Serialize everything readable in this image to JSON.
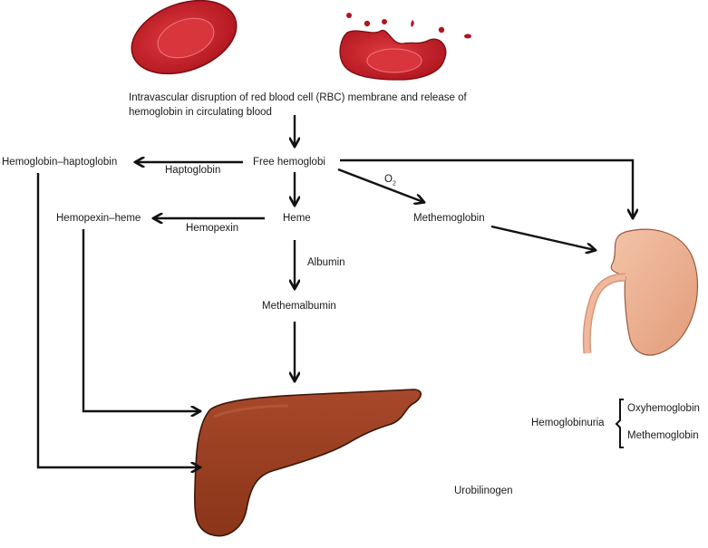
{
  "caption": {
    "line1": "Intravascular disruption of red blood cell (RBC) membrane and release of",
    "line2": "hemoglobin in circulating blood"
  },
  "nodes": {
    "free_hemoglobin": "Free hemoglobi",
    "hemoglobin_haptoglobin": "Hemoglobin–haptoglobin",
    "hemopexin_heme": "Hemopexin–heme",
    "heme": "Heme",
    "methemoglobin": "Methemoglobin",
    "methemalbumin": "Methemalbumin",
    "hemoglobinuria": "Hemoglobinuria",
    "urobilinogen": "Urobilinogen"
  },
  "edge_labels": {
    "haptoglobin": "Haptoglobin",
    "hemopexin": "Hemopexin",
    "albumin": "Albumin",
    "o2_base": "O",
    "o2_sub": "2"
  },
  "hemoglobinuria_components": [
    "Oxyhemoglobin",
    "Methemoglobin"
  ],
  "colors": {
    "rbc": "#c8202a",
    "rbc_dark": "#8e1018",
    "liver": "#9a3c1e",
    "kidney": "#e9ab8c",
    "arrow": "#111111"
  }
}
